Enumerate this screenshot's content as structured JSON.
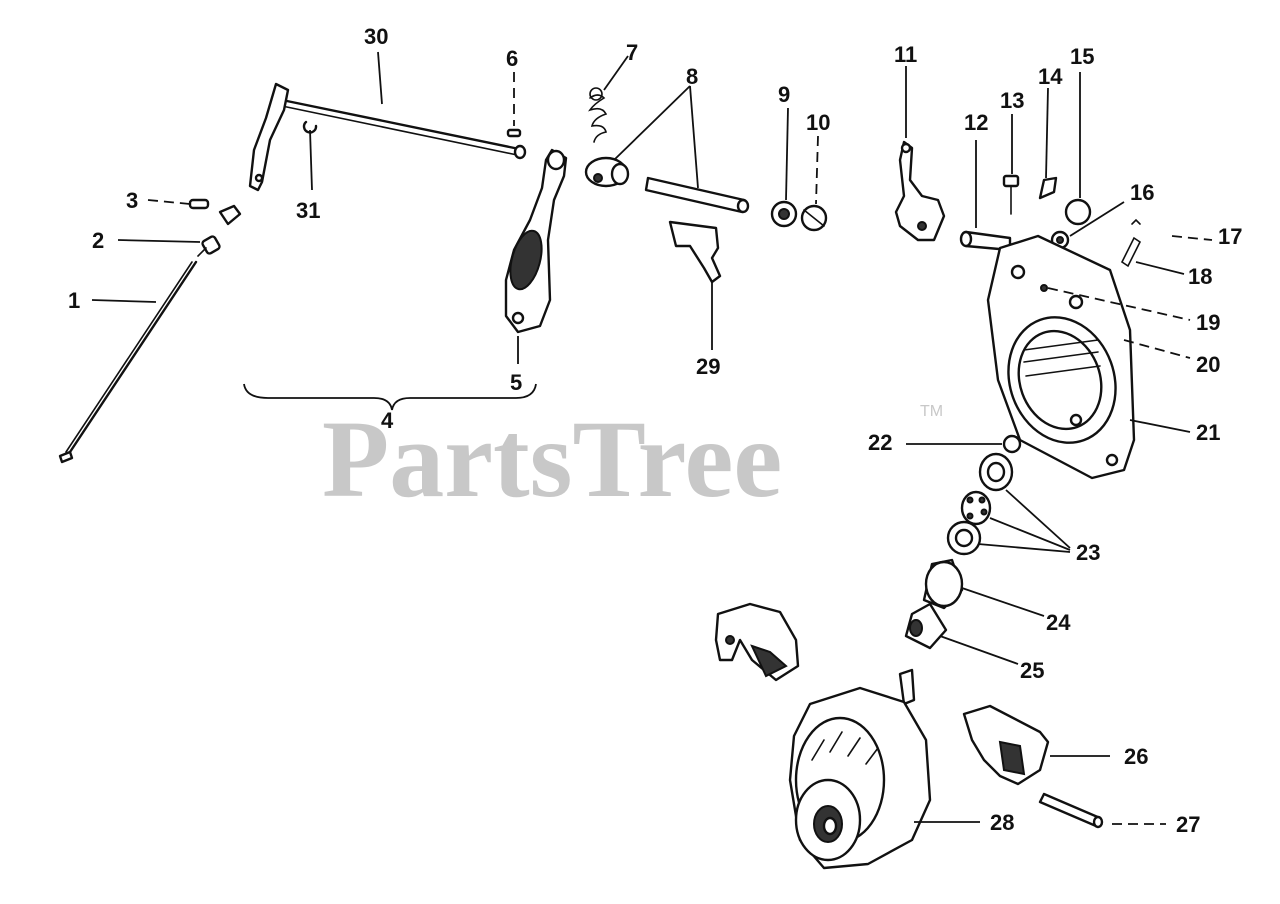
{
  "watermark": {
    "text": "PartsTree",
    "trademark": "TM"
  },
  "callouts": [
    {
      "id": "1",
      "label": "1"
    },
    {
      "id": "2",
      "label": "2"
    },
    {
      "id": "3",
      "label": "3"
    },
    {
      "id": "4",
      "label": "4"
    },
    {
      "id": "5",
      "label": "5"
    },
    {
      "id": "6",
      "label": "6"
    },
    {
      "id": "7",
      "label": "7"
    },
    {
      "id": "8",
      "label": "8"
    },
    {
      "id": "9",
      "label": "9"
    },
    {
      "id": "10",
      "label": "10"
    },
    {
      "id": "11",
      "label": "11"
    },
    {
      "id": "12",
      "label": "12"
    },
    {
      "id": "13",
      "label": "13"
    },
    {
      "id": "14",
      "label": "14"
    },
    {
      "id": "15",
      "label": "15"
    },
    {
      "id": "16",
      "label": "16"
    },
    {
      "id": "17",
      "label": "17"
    },
    {
      "id": "18",
      "label": "18"
    },
    {
      "id": "19",
      "label": "19"
    },
    {
      "id": "20",
      "label": "20"
    },
    {
      "id": "21",
      "label": "21"
    },
    {
      "id": "22",
      "label": "22"
    },
    {
      "id": "23",
      "label": "23"
    },
    {
      "id": "24",
      "label": "24"
    },
    {
      "id": "25",
      "label": "25"
    },
    {
      "id": "26",
      "label": "26"
    },
    {
      "id": "27",
      "label": "27"
    },
    {
      "id": "28",
      "label": "28"
    },
    {
      "id": "29",
      "label": "29"
    },
    {
      "id": "30",
      "label": "30"
    },
    {
      "id": "31",
      "label": "31"
    }
  ]
}
